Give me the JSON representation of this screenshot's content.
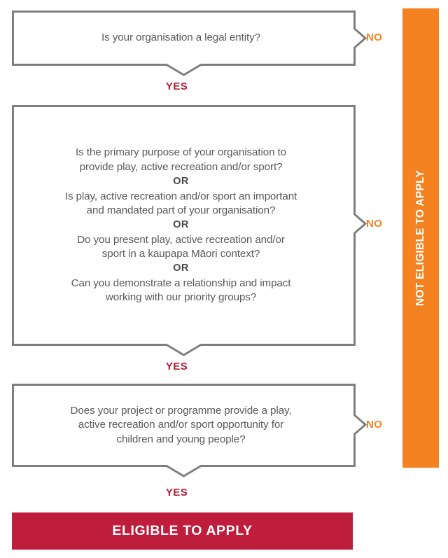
{
  "diagram": {
    "title": "Eligibility decision flowchart",
    "colors": {
      "box_border": "#7F7F7F",
      "box_text": "#58595b",
      "no_label": "#F58220",
      "yes_label": "#B01F38",
      "not_eligible_bar": "#F58220",
      "eligible_bar": "#BE1E3C",
      "background": "#FFFFFF"
    },
    "steps": [
      {
        "id": "step-1",
        "lines": [
          {
            "text": "Is your organisation a legal entity?",
            "style": "normal"
          }
        ],
        "no_label": "NO",
        "yes_label": "YES"
      },
      {
        "id": "step-2",
        "lines": [
          {
            "text": "Is the primary purpose of your organisation to",
            "style": "normal"
          },
          {
            "text": "provide play, active recreation and/or sport?",
            "style": "normal"
          },
          {
            "text": "OR",
            "style": "or"
          },
          {
            "text": "Is play, active recreation and/or sport an important",
            "style": "normal"
          },
          {
            "text": "and mandated part of your organisation?",
            "style": "normal"
          },
          {
            "text": "OR",
            "style": "or"
          },
          {
            "text": "Do you present play, active recreation and/or",
            "style": "normal"
          },
          {
            "text": "sport in a kaupapa Māori context?",
            "style": "normal"
          },
          {
            "text": "OR",
            "style": "or"
          },
          {
            "text": "Can you demonstrate a relationship and impact",
            "style": "normal"
          },
          {
            "text": "working with our priority groups?",
            "style": "normal"
          }
        ],
        "no_label": "NO",
        "yes_label": "YES"
      },
      {
        "id": "step-3",
        "lines": [
          {
            "text": "Does your project or programme provide a play,",
            "style": "normal"
          },
          {
            "text": "active recreation and/or sport opportunity for",
            "style": "normal"
          },
          {
            "text": "children and young people?",
            "style": "normal"
          }
        ],
        "no_label": "NO",
        "yes_label": "YES"
      }
    ],
    "outcome_not_eligible": "NOT ELIGIBLE TO APPLY",
    "outcome_eligible": "ELIGIBLE TO APPLY"
  }
}
